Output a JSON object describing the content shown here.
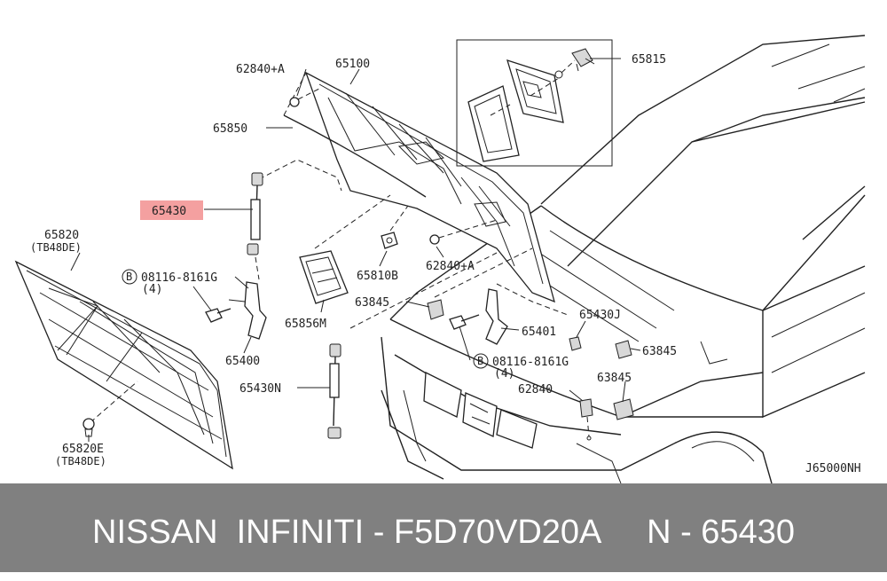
{
  "diagram": {
    "labels": {
      "p62840a_top": "62840+A",
      "p65100": "65100",
      "p65815": "65815",
      "p65850": "65850",
      "p65430": "65430",
      "p65820": "65820",
      "p65820_note": "(TB48DE)",
      "p08116_left": "08116-8161G",
      "qty_left": "(4)",
      "p65810b": "65810B",
      "p62840a_mid": "62840+A",
      "p63845_a": "63845",
      "p65856m": "65856M",
      "p65400": "65400",
      "p65401": "65401",
      "p65430j": "65430J",
      "p63845_b": "63845",
      "p08116_right": "08116-8161G",
      "qty_right": "(4)",
      "p62840": "62840",
      "p63845_c": "63845",
      "p65430n": "65430N",
      "p65820e": "65820E",
      "p65820e_note": "(TB48DE)",
      "diagram_code": "J65000NH",
      "bolt_marker": "B"
    },
    "highlight_color": "#f4a0a0"
  },
  "footer": {
    "text": "NISSAN  INFINITI - F5D70VD20A     N - 65430",
    "background": "#808080",
    "color": "#ffffff"
  }
}
